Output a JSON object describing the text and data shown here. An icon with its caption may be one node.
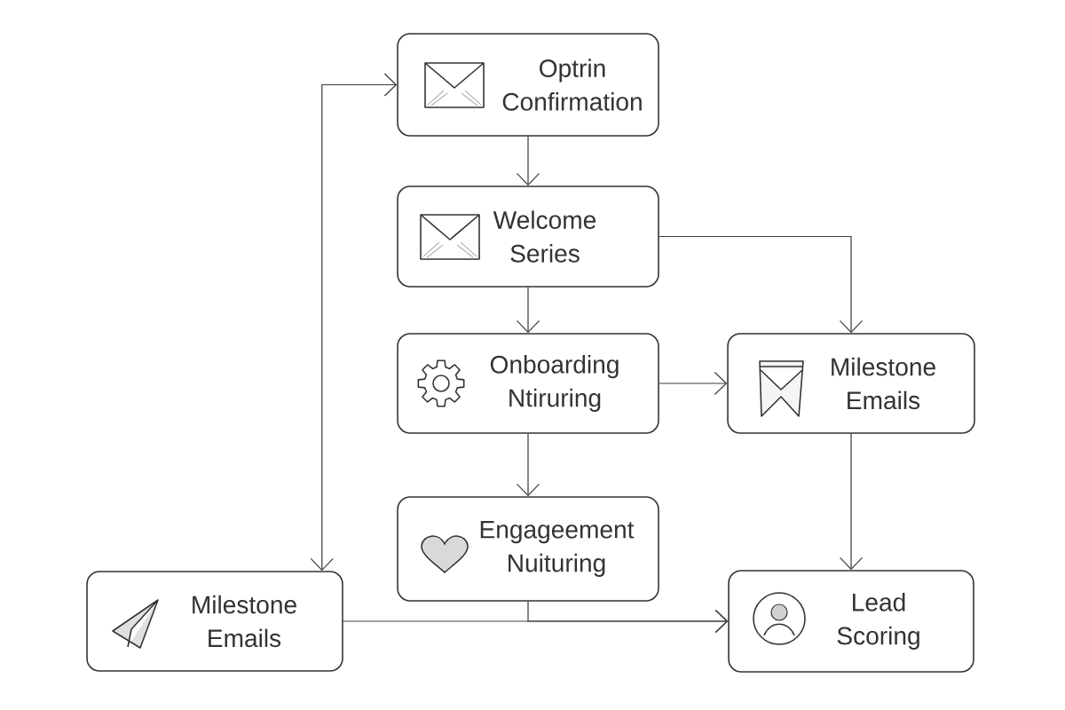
{
  "diagram": {
    "nodes": [
      {
        "text": [
          "Optrin Confirmation"
        ]
      },
      {
        "text": [
          "Welcome Series"
        ]
      },
      {
        "text": [
          "Onboarding Ntiruring"
        ]
      },
      {
        "text": [
          "Milestone Emails"
        ]
      },
      {
        "text": [
          "Engageement Nuituring"
        ]
      },
      {
        "text": [
          "Milestone Emails"
        ]
      },
      {
        "text": [
          "Lead Scoring"
        ]
      }
    ],
    "edges": [
      {
        "from": 0,
        "to": 1,
        "arrow": "to"
      },
      {
        "from": 1,
        "to": 2,
        "arrow": "to"
      },
      {
        "from": 1,
        "to": 3,
        "arrow": "to"
      },
      {
        "from": 2,
        "to": 3,
        "arrow": "to"
      },
      {
        "from": 2,
        "to": 4,
        "arrow": "to"
      },
      {
        "from": 3,
        "to": 6,
        "arrow": "to"
      },
      {
        "from": 5,
        "to": 6,
        "arrow": "to"
      },
      {
        "from": 4,
        "to": 6,
        "arrow": "to"
      },
      {
        "from": 0,
        "to": 5,
        "arrow": "both"
      }
    ]
  }
}
